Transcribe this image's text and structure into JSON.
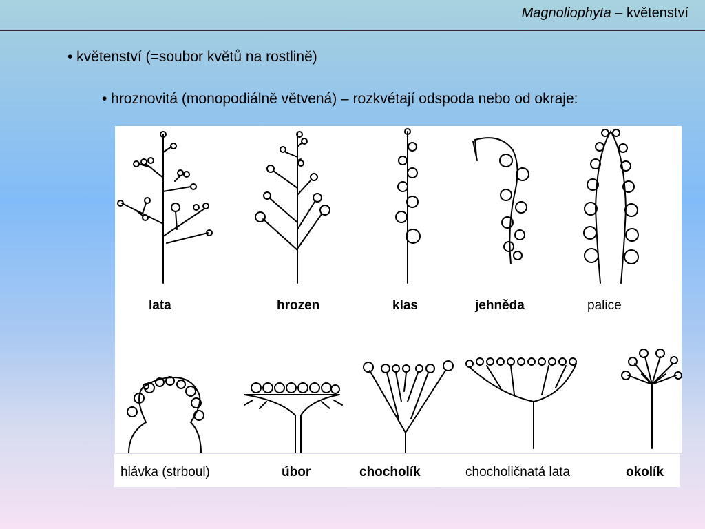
{
  "header": {
    "title_italic": "Magnoliophyta",
    "title_rest": " – květenství"
  },
  "bullets": {
    "main": "• květenství (=soubor květů na rostlině)",
    "sub": "• hroznovitá (monopodiálně větvená) – rozkvétají odspoda nebo od okraje:"
  },
  "top_labels": {
    "lata": "lata",
    "hrozen": "hrozen",
    "klas": "klas",
    "jehneda": "jehněda",
    "palice": "palice"
  },
  "bottom_labels": {
    "hlavka": "hlávka (strboul)",
    "ubor": "úbor",
    "chocholik": "chocholík",
    "chocholicnata_lata": "chocholičnatá lata",
    "okolik": "okolík"
  }
}
